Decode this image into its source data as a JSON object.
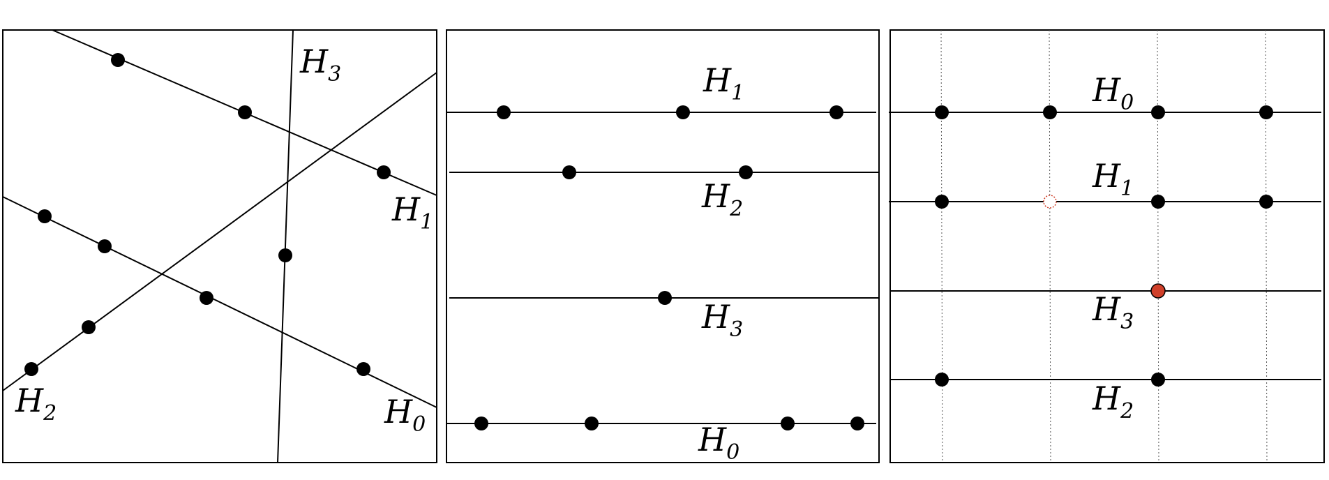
{
  "panels": [
    {
      "name": "panel-1",
      "labels": [
        {
          "main": "H",
          "sub": "3"
        },
        {
          "main": "H",
          "sub": "1"
        },
        {
          "main": "H",
          "sub": "2"
        },
        {
          "main": "H",
          "sub": "0"
        }
      ]
    },
    {
      "name": "panel-2",
      "labels": [
        {
          "main": "H",
          "sub": "1"
        },
        {
          "main": "H",
          "sub": "2"
        },
        {
          "main": "H",
          "sub": "3"
        },
        {
          "main": "H",
          "sub": "0"
        }
      ]
    },
    {
      "name": "panel-3",
      "labels": [
        {
          "main": "H",
          "sub": "0"
        },
        {
          "main": "H",
          "sub": "1"
        },
        {
          "main": "H",
          "sub": "3"
        },
        {
          "main": "H",
          "sub": "2"
        }
      ]
    }
  ],
  "colors": {
    "line": "#000000",
    "point": "#000000",
    "highlight_point": "#d0402a",
    "missing_point_outline": "#d0402a",
    "guide": "#555555"
  }
}
